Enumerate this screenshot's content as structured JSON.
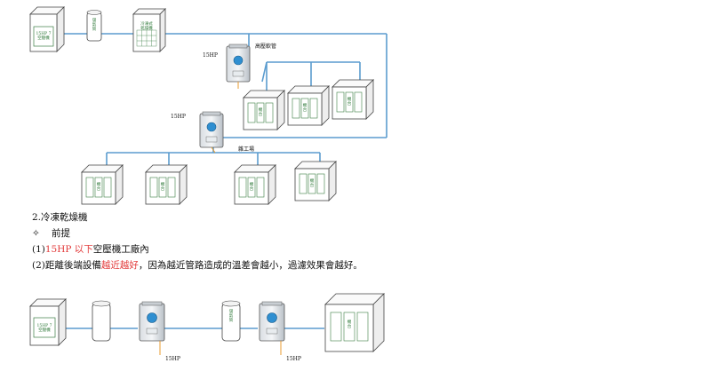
{
  "labels": {
    "dryer_top": "冷凍式\n乾燥機",
    "compressor_top": "15HP 7\n空壓機",
    "tank_top": "儲\n氣\n筒",
    "hp_a": "15HP",
    "hp_b": "15HP",
    "hp_c1": "15HP",
    "hp_c2": "15HP",
    "high_pressure_branch": "高壓軟管",
    "main_pipe": "雜工場",
    "unit_text": "機\n台",
    "compressor_bottom": "15HP 7\n空壓機",
    "tank_bottom": "儲\n氣\n筒"
  },
  "text": {
    "section_title": "2.冷凍乾燥機",
    "bullet_symbol": "✧",
    "bullet_label": "前提",
    "item1_prefix": "(1)",
    "item1_highlight": "15HP 以下",
    "item1_suffix": "空壓機工廠內",
    "item2_prefix": "(2)距離後端設備",
    "item2_highlight": "越近越好",
    "item2_suffix": "，因為越近管路造成的溫差會越小，過濾效果會越好。"
  },
  "colors": {
    "pipe": "#5b9ccf",
    "highlight": "#e23a3a",
    "equipment_line": "#444444",
    "cabinet_green": "#3a7d44"
  }
}
